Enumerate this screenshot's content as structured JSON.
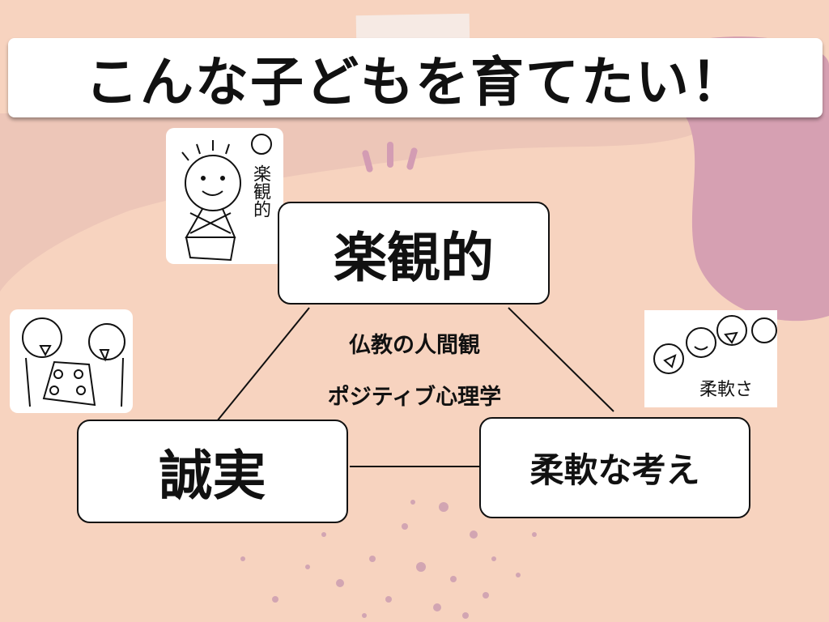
{
  "title": "こんな子どもを育てたい！",
  "nodes": {
    "top": "楽観的",
    "left": "誠実",
    "right": "柔軟な考え"
  },
  "center": {
    "line1": "仏教の人間観",
    "line2": "ポジティブ心理学"
  },
  "illustrations": {
    "optimistic_caption": "楽観的",
    "flexible_caption": "柔軟さ"
  },
  "colors": {
    "background": "#f7d3bf",
    "blob_pink": "#edc6b8",
    "blob_purple": "#d6a0b2",
    "dots": "#c99ab0"
  }
}
